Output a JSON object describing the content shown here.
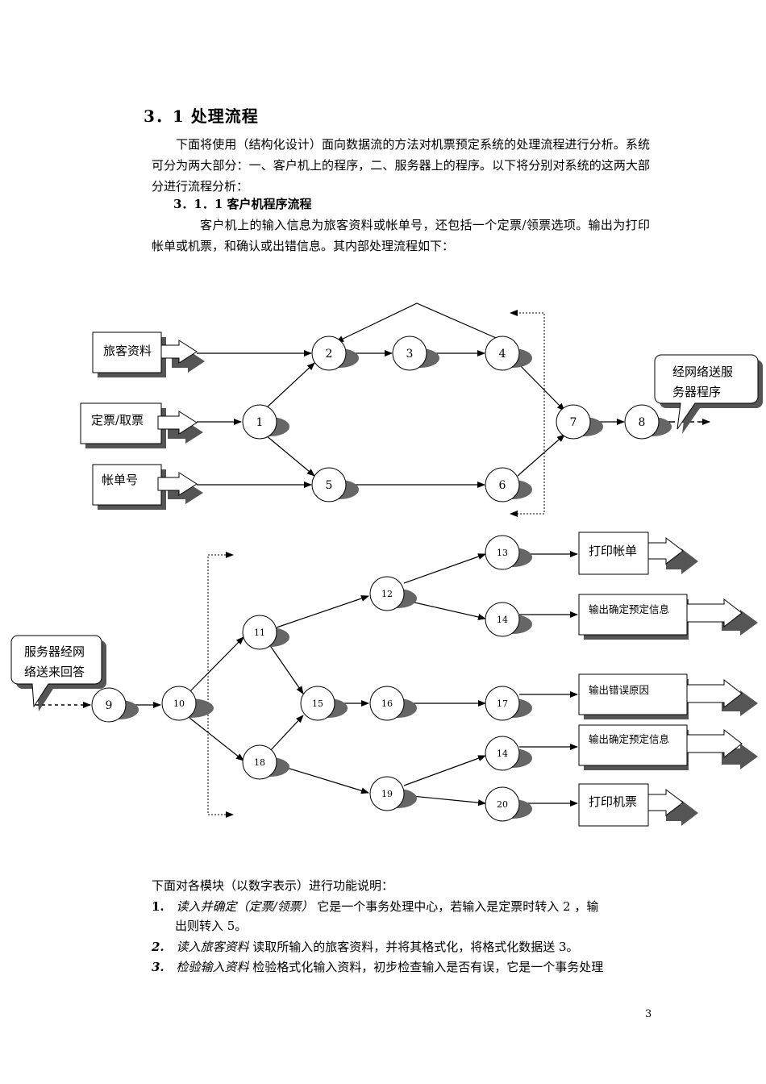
{
  "section_title": "3．1  处理流程",
  "intro": "下面将使用（结构化设计）面向数据流的方法对机票预定系统的处理流程进行分析。系统可分为两大部分：一、客户机上的程序，二、服务器上的程序。以下将分别对系统的这两大部分进行流程分析：",
  "subsection_title": "3．1．1 客户机程序流程",
  "sub_intro": "客户机上的输入信息为旅客资料或帐单号，还包括一个定票/领票选项。输出为打印帐单或机票，和确认或出错信息。其内部处理流程如下：",
  "diagram": {
    "inputs": [
      "旅客资料",
      "定票/取票",
      "帐单号"
    ],
    "callout_top": [
      "经网络送服",
      "务器程序"
    ],
    "callout_bottom": [
      "服务器经网",
      "络送来回答"
    ],
    "nodes_top": [
      "1",
      "2",
      "3",
      "4",
      "5",
      "6",
      "7",
      "8"
    ],
    "nodes_bottom": [
      "9",
      "10",
      "11",
      "12",
      "13",
      "14",
      "15",
      "16",
      "17",
      "18",
      "14",
      "19",
      "20"
    ],
    "outputs": [
      "打印帐单",
      "输出确定预定信息",
      "输出错误原因",
      "输出确定预定信息",
      "打印机票"
    ]
  },
  "desc_intro": "下面对各模块（以数字表示）进行功能说明：",
  "items": [
    {
      "num": "1.",
      "title": "读入并确定（定票/领票）",
      "text": " 它是一个事务处理中心，若输入是定票时转入 2 ，输",
      "text2": "出则转入 5。"
    },
    {
      "num": "2.",
      "title": "读入旅客资料",
      "text": " 读取所输入的旅客资料，并将其格式化，将格式化数据送 3。"
    },
    {
      "num": "3.",
      "title": "检验输入资料",
      "text": " 检验格式化输入资料，初步检查输入是否有误，它是一个事务处理"
    }
  ],
  "page_number": "3"
}
